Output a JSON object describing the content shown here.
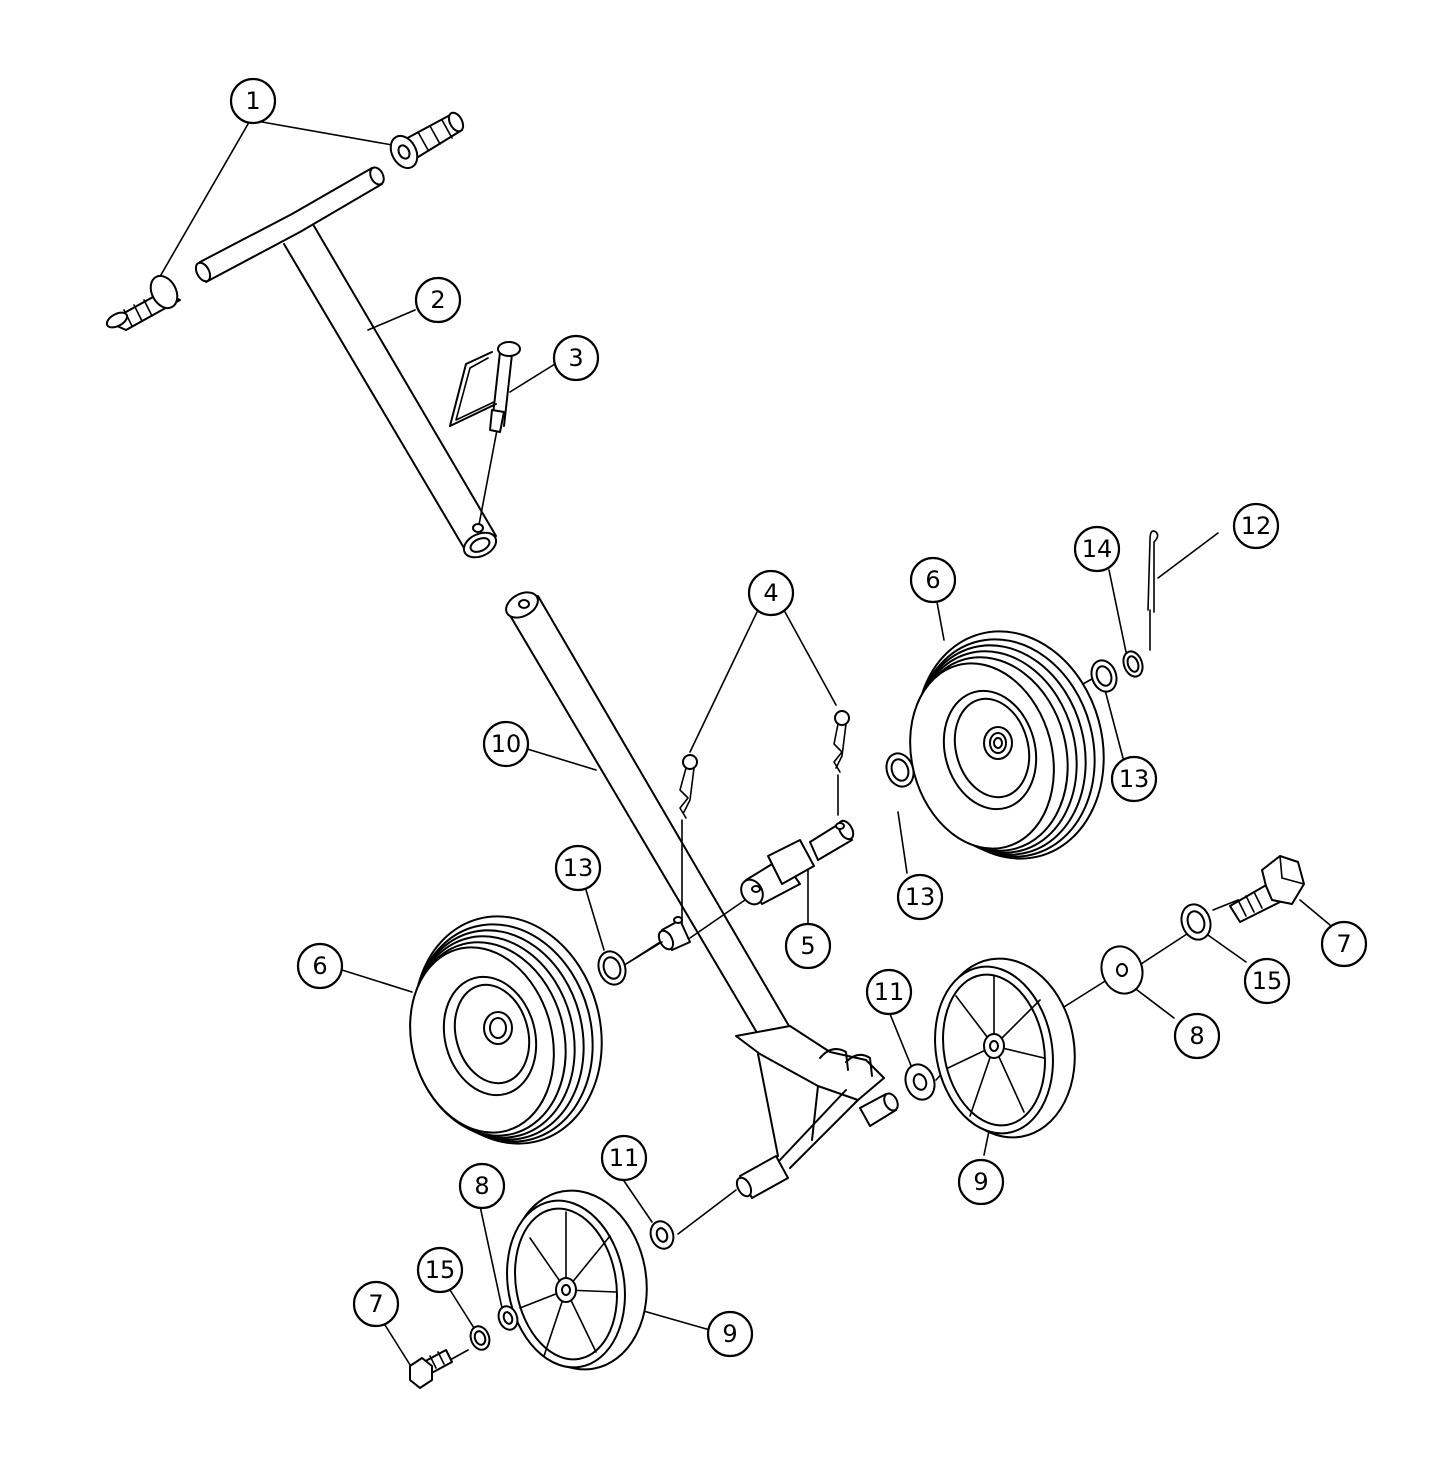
{
  "callouts": [
    {
      "id": "c1",
      "label": "1"
    },
    {
      "id": "c2",
      "label": "2"
    },
    {
      "id": "c3",
      "label": "3"
    },
    {
      "id": "c4",
      "label": "4"
    },
    {
      "id": "c5",
      "label": "5"
    },
    {
      "id": "c6a",
      "label": "6"
    },
    {
      "id": "c6b",
      "label": "6"
    },
    {
      "id": "c7a",
      "label": "7"
    },
    {
      "id": "c7b",
      "label": "7"
    },
    {
      "id": "c8a",
      "label": "8"
    },
    {
      "id": "c8b",
      "label": "8"
    },
    {
      "id": "c9a",
      "label": "9"
    },
    {
      "id": "c9b",
      "label": "9"
    },
    {
      "id": "c10",
      "label": "10"
    },
    {
      "id": "c11a",
      "label": "11"
    },
    {
      "id": "c11b",
      "label": "11"
    },
    {
      "id": "c12",
      "label": "12"
    },
    {
      "id": "c13a",
      "label": "13"
    },
    {
      "id": "c13b",
      "label": "13"
    },
    {
      "id": "c13c",
      "label": "13"
    },
    {
      "id": "c14",
      "label": "14"
    },
    {
      "id": "c15a",
      "label": "15"
    },
    {
      "id": "c15b",
      "label": "15"
    }
  ]
}
